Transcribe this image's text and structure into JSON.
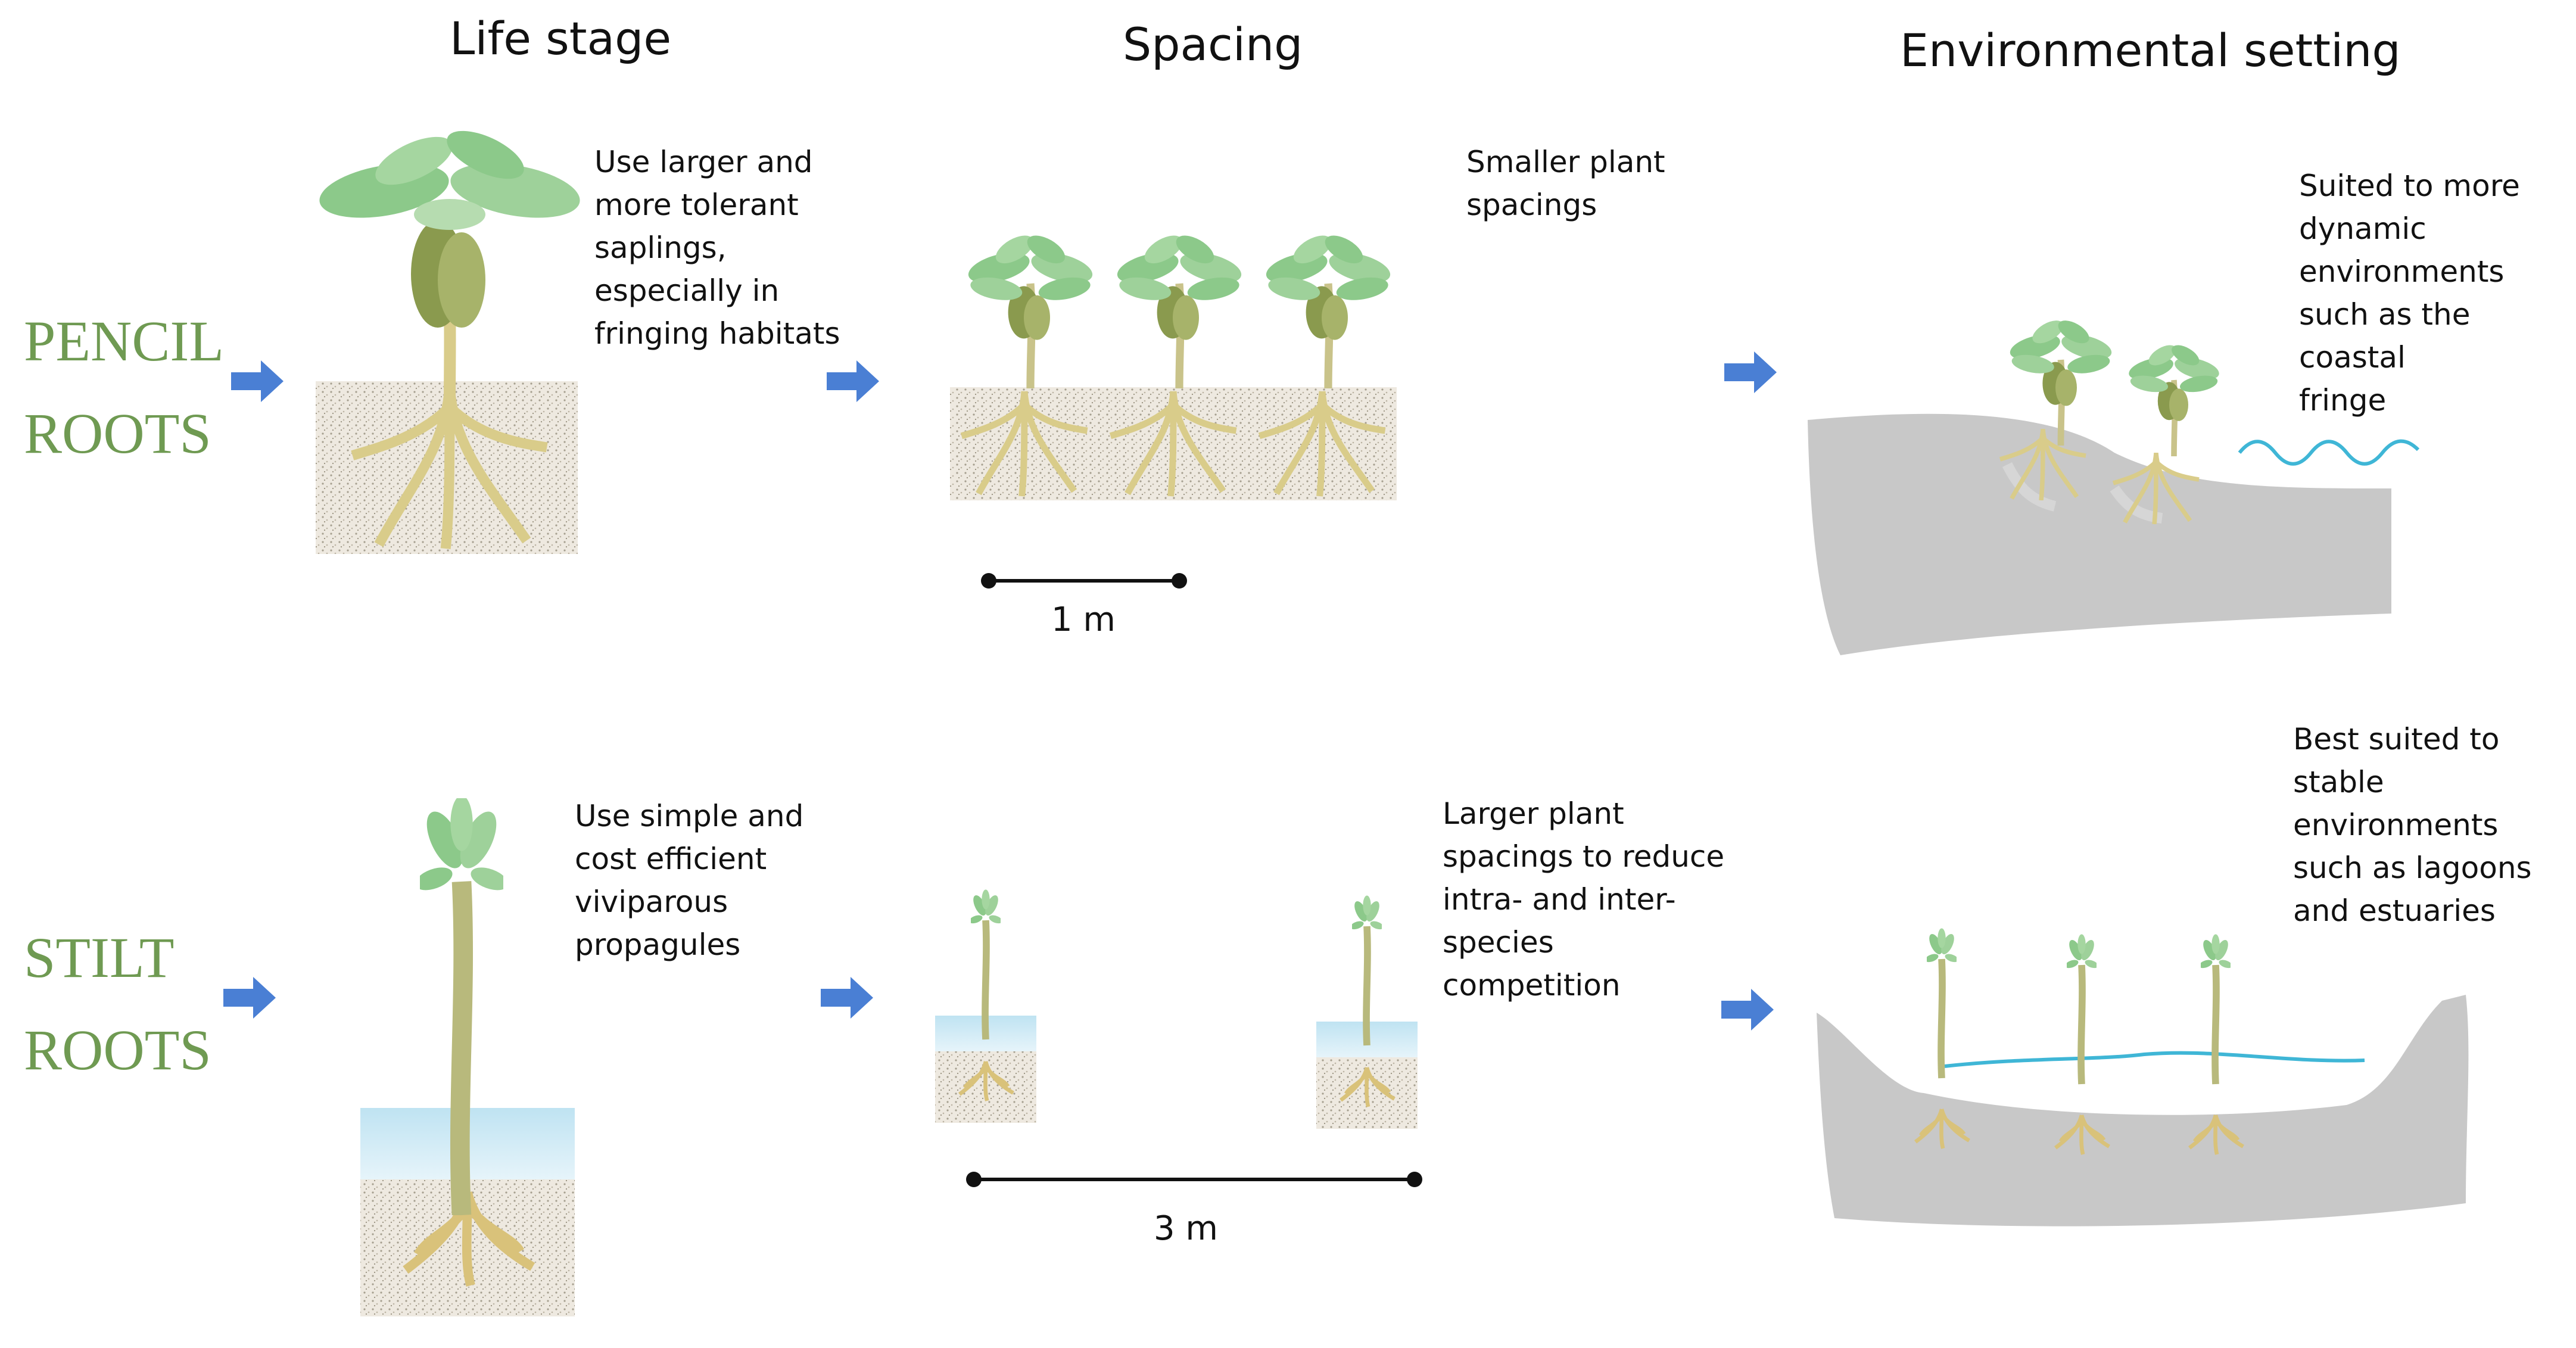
{
  "column_headers": {
    "life_stage": "Life stage",
    "spacing": "Spacing",
    "environmental_setting": "Environmental setting"
  },
  "rows": {
    "pencil": {
      "label_line1": "PENCIL",
      "label_line2": "ROOTS",
      "life_stage_text": "Use larger and\nmore tolerant\nsaplings,\nespecially in\nfringing habitats",
      "spacing_text": "Smaller plant\nspacings",
      "scale_label": "1 m",
      "environment_text": "Suited to more\ndynamic\nenvironments\nsuch as the coastal\nfringe"
    },
    "stilt": {
      "label_line1": "STILT",
      "label_line2": "ROOTS",
      "life_stage_text": "Use simple and\ncost efficient\nviviparous\npropagules",
      "spacing_text": "Larger plant\nspacings to reduce\nintra- and inter-\nspecies\ncompetition",
      "scale_label": "3 m",
      "environment_text": "Best suited to\nstable\nenvironments\nsuch as lagoons\nand estuaries"
    }
  },
  "colors": {
    "label_green": "#6f9a52",
    "arrow_blue": "#4a7fd4",
    "water_line": "#3fb6d6",
    "ground_grey": "#c8c8c8",
    "leaf_green": "#8cc98a"
  }
}
